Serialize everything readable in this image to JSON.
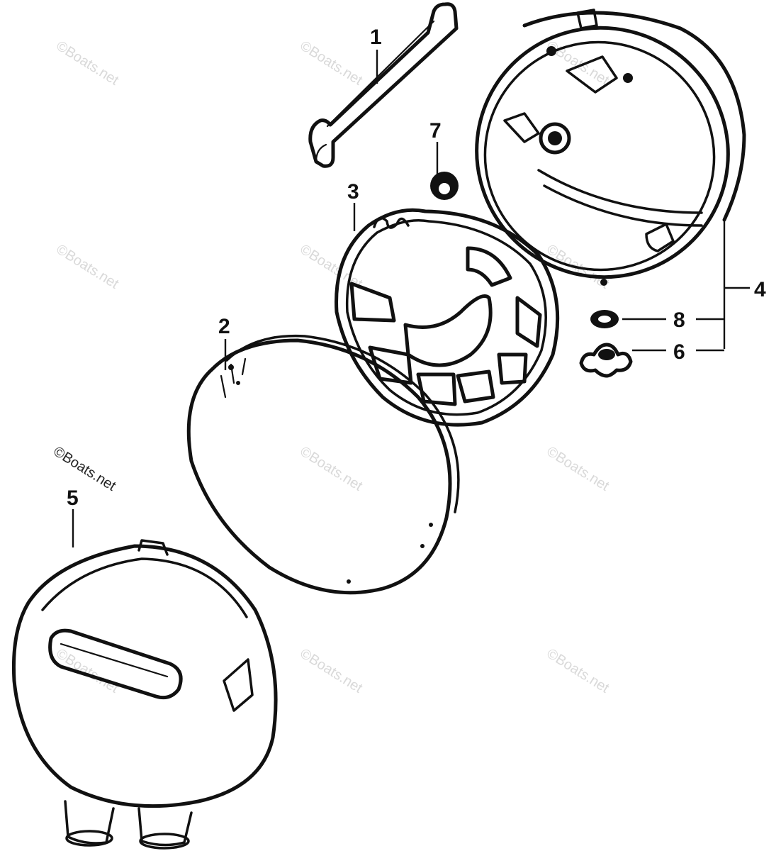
{
  "watermark_text": "©Boats.net",
  "callouts": {
    "c1": "1",
    "c2": "2",
    "c3": "3",
    "c4": "4",
    "c5": "5",
    "c6": "6",
    "c7": "7",
    "c8": "8"
  },
  "colors": {
    "ink": "#111111",
    "watermark": "#d9d9d9",
    "background": "#ffffff"
  }
}
